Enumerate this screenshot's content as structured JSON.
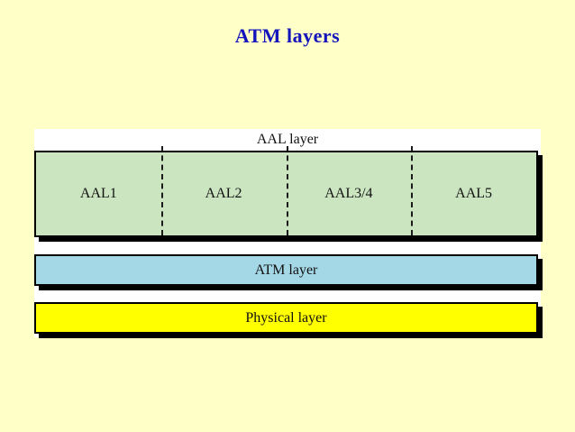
{
  "page": {
    "title": "ATM layers"
  },
  "colors": {
    "background": "#ffffc8",
    "title_text": "#1414bd",
    "panel_background": "#ffffff",
    "aal_sublayer_fill": "#cbe5c0",
    "atm_layer_fill": "#a5d8e7",
    "physical_layer_fill": "#ffff00",
    "border_and_shadow": "#000000",
    "label_text": "#111111"
  },
  "diagram": {
    "aal_layer": {
      "label": "AAL layer"
    },
    "aal_sublayers": {
      "cells": [
        {
          "label": "AAL1"
        },
        {
          "label": "AAL2"
        },
        {
          "label": "AAL3/4"
        },
        {
          "label": "AAL5"
        }
      ]
    },
    "atm_layer": {
      "label": "ATM layer"
    },
    "physical_layer": {
      "label": "Physical layer"
    }
  }
}
